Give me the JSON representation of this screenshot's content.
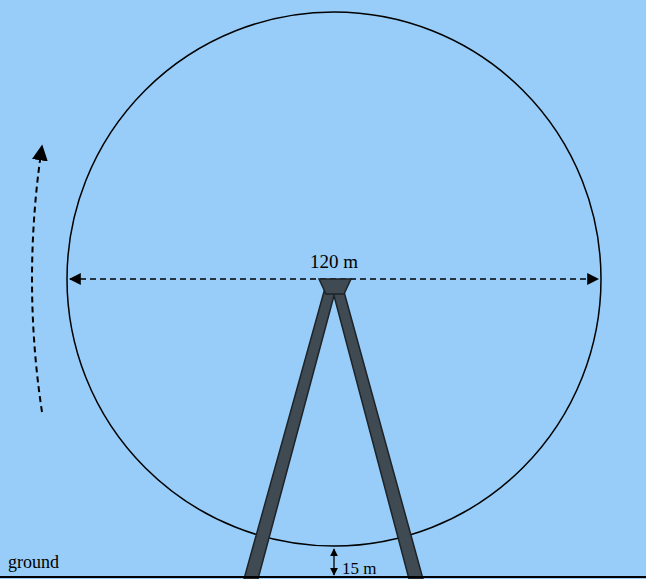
{
  "diagram": {
    "labels": [
      "120 m",
      "ground",
      "15 m"
    ]
  }
}
